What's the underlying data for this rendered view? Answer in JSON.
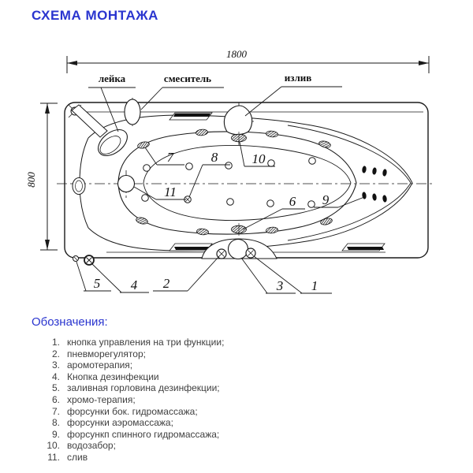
{
  "title": "СХЕМА МОНТАЖА",
  "diagram": {
    "dim_width": "1800",
    "dim_height": "800",
    "labels": {
      "shower": "лейка",
      "mixer": "смеситель",
      "spout": "излив"
    },
    "callouts": {
      "c1": "1",
      "c2": "2",
      "c3": "3",
      "c4": "4",
      "c5": "5",
      "c6": "6",
      "c7": "7",
      "c8": "8",
      "c9": "9",
      "c10": "10",
      "c11": "11"
    }
  },
  "legend": {
    "heading": "Обозначения:",
    "items": [
      {
        "num": "1.",
        "text": "кнопка управления на три функции;"
      },
      {
        "num": "2.",
        "text": "пневморегулятор;"
      },
      {
        "num": "3.",
        "text": "аромотерапия;"
      },
      {
        "num": "4.",
        "text": "Кнопка дезинфекции"
      },
      {
        "num": "5.",
        "text": "заливная горловина дезинфекции;"
      },
      {
        "num": "6.",
        "text": "хромо-терапия;"
      },
      {
        "num": "7.",
        "text": "форсунки бок. гидромассажа;"
      },
      {
        "num": "8.",
        "text": "форсунки аэромассажа;"
      },
      {
        "num": "9.",
        "text": "форсункп спинного гидромассажа;"
      },
      {
        "num": "10.",
        "text": "водозабор;"
      },
      {
        "num": "11.",
        "text": "слив"
      }
    ]
  },
  "colors": {
    "accent": "#2a35cf",
    "ink": "#1a1a1a",
    "body_text": "#404040"
  }
}
